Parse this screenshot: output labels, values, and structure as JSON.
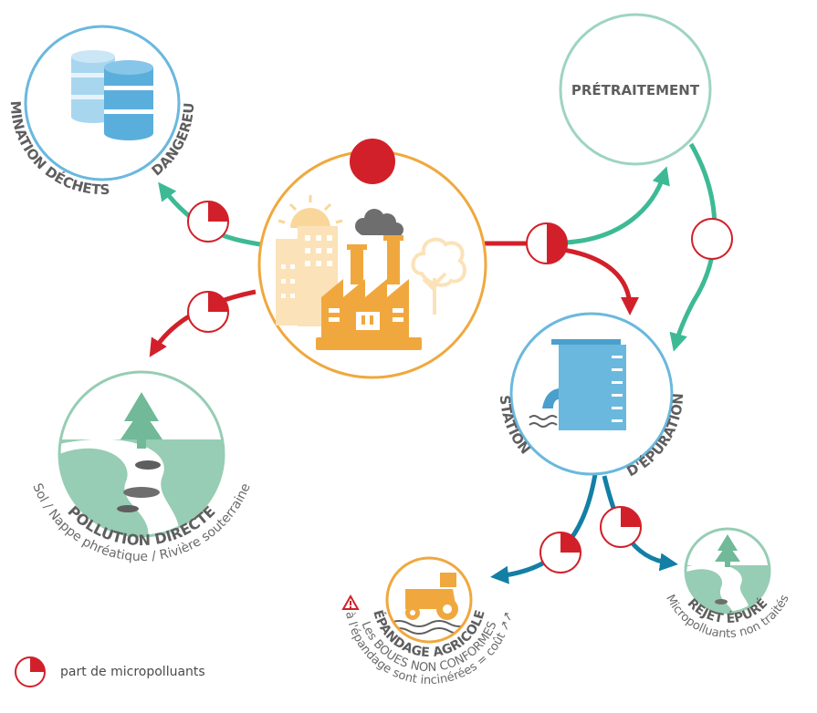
{
  "colors": {
    "red": "#d2202a",
    "teal": "#3dba95",
    "blue": "#137fa5",
    "orange": "#f0a83e",
    "sky": "#6ab8de",
    "mint": "#96cdb4",
    "mint_dark": "#71b998",
    "gray": "#5e5e5e"
  },
  "nodes": {
    "dechets": {
      "label_line1": "ÉLIMINATION DÉCHETS",
      "label_line2": "DANGEREUX",
      "icon": "barrels-icon"
    },
    "pretraitement": {
      "label": "PRÉTRAITEMENT"
    },
    "industrie": {
      "icon": "factory-icon"
    },
    "pollution": {
      "label": "POLLUTION DIRECTE",
      "sub": "Sol / Nappe phréatique / Rivière souterraine",
      "icon": "river-tree-icon"
    },
    "station": {
      "label_left": "STATION",
      "label_right": "D'ÉPURATION",
      "icon": "treatment-tower-icon"
    },
    "epandage": {
      "label": "ÉPANDAGE AGRICOLE",
      "warning_icon": "warning-icon",
      "note_line1": "Les BOUES NON CONFORMES",
      "note_line2": "à l'épandage sont incinérées = coût ↗↗",
      "icon": "tractor-icon"
    },
    "rejet": {
      "label": "REJET ÉPURÉ",
      "sub": "Micropolluants non traités",
      "icon": "river-tree-icon"
    }
  },
  "flows": [
    {
      "name": "industrie-to-dechets",
      "share": 0.25
    },
    {
      "name": "industrie-to-pollution",
      "share": 0.25
    },
    {
      "name": "industrie-to-station-pretraitement",
      "share": 0.5
    },
    {
      "name": "pretraitement-to-station",
      "share": 0
    },
    {
      "name": "station-to-epandage",
      "share": 0.25
    },
    {
      "name": "station-to-rejet",
      "share": 0.25
    },
    {
      "name": "industrie-total",
      "share": 1
    }
  ],
  "legend": {
    "label": "part de micropolluants",
    "icon": "pie-quarter-icon"
  }
}
